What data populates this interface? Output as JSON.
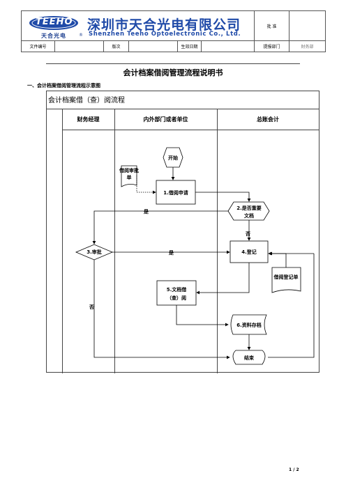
{
  "header": {
    "company_cn": "深圳市天合光电有限公司",
    "company_en": "Shenzhen Teeho Optoelectronic Co., Ltd.",
    "logo_text": "TEEHO",
    "logo_cn": "天合光电",
    "logo_mark": "®",
    "approve_label": "批  准",
    "doc_no_label": "文件编号",
    "version_label": "版次",
    "effective_label": "生效日期",
    "dept_label": "提报部门",
    "dept_value": "财务部"
  },
  "doc_title": "会计档案借阅管理流程说明书",
  "section_title": "一、会计档案借阅管理流程示意图",
  "flow": {
    "title": "会计档案借（查）阅流程",
    "lanes": [
      "财务经理",
      "内外部门或者单位",
      "总账会计"
    ],
    "nodes": {
      "start": "开始",
      "borrow_form": "借阅审批单",
      "apply": "1.借阅申请",
      "important_1": "2.是否重要",
      "important_2": "文档",
      "approve": "3.审批",
      "register": "4.登记",
      "register_form": "借阅登记单",
      "borrow_1": "5.文档借",
      "borrow_2": "（查）阅",
      "archive": "6.资料存档",
      "end": "结束"
    },
    "edge_labels": {
      "yes_1": "是",
      "no_1": "否",
      "yes_2": "是",
      "no_2": "否"
    }
  },
  "footer": {
    "page": "1 / 2"
  },
  "colors": {
    "brand_blue": "#1f4aa8",
    "line": "#444444"
  }
}
